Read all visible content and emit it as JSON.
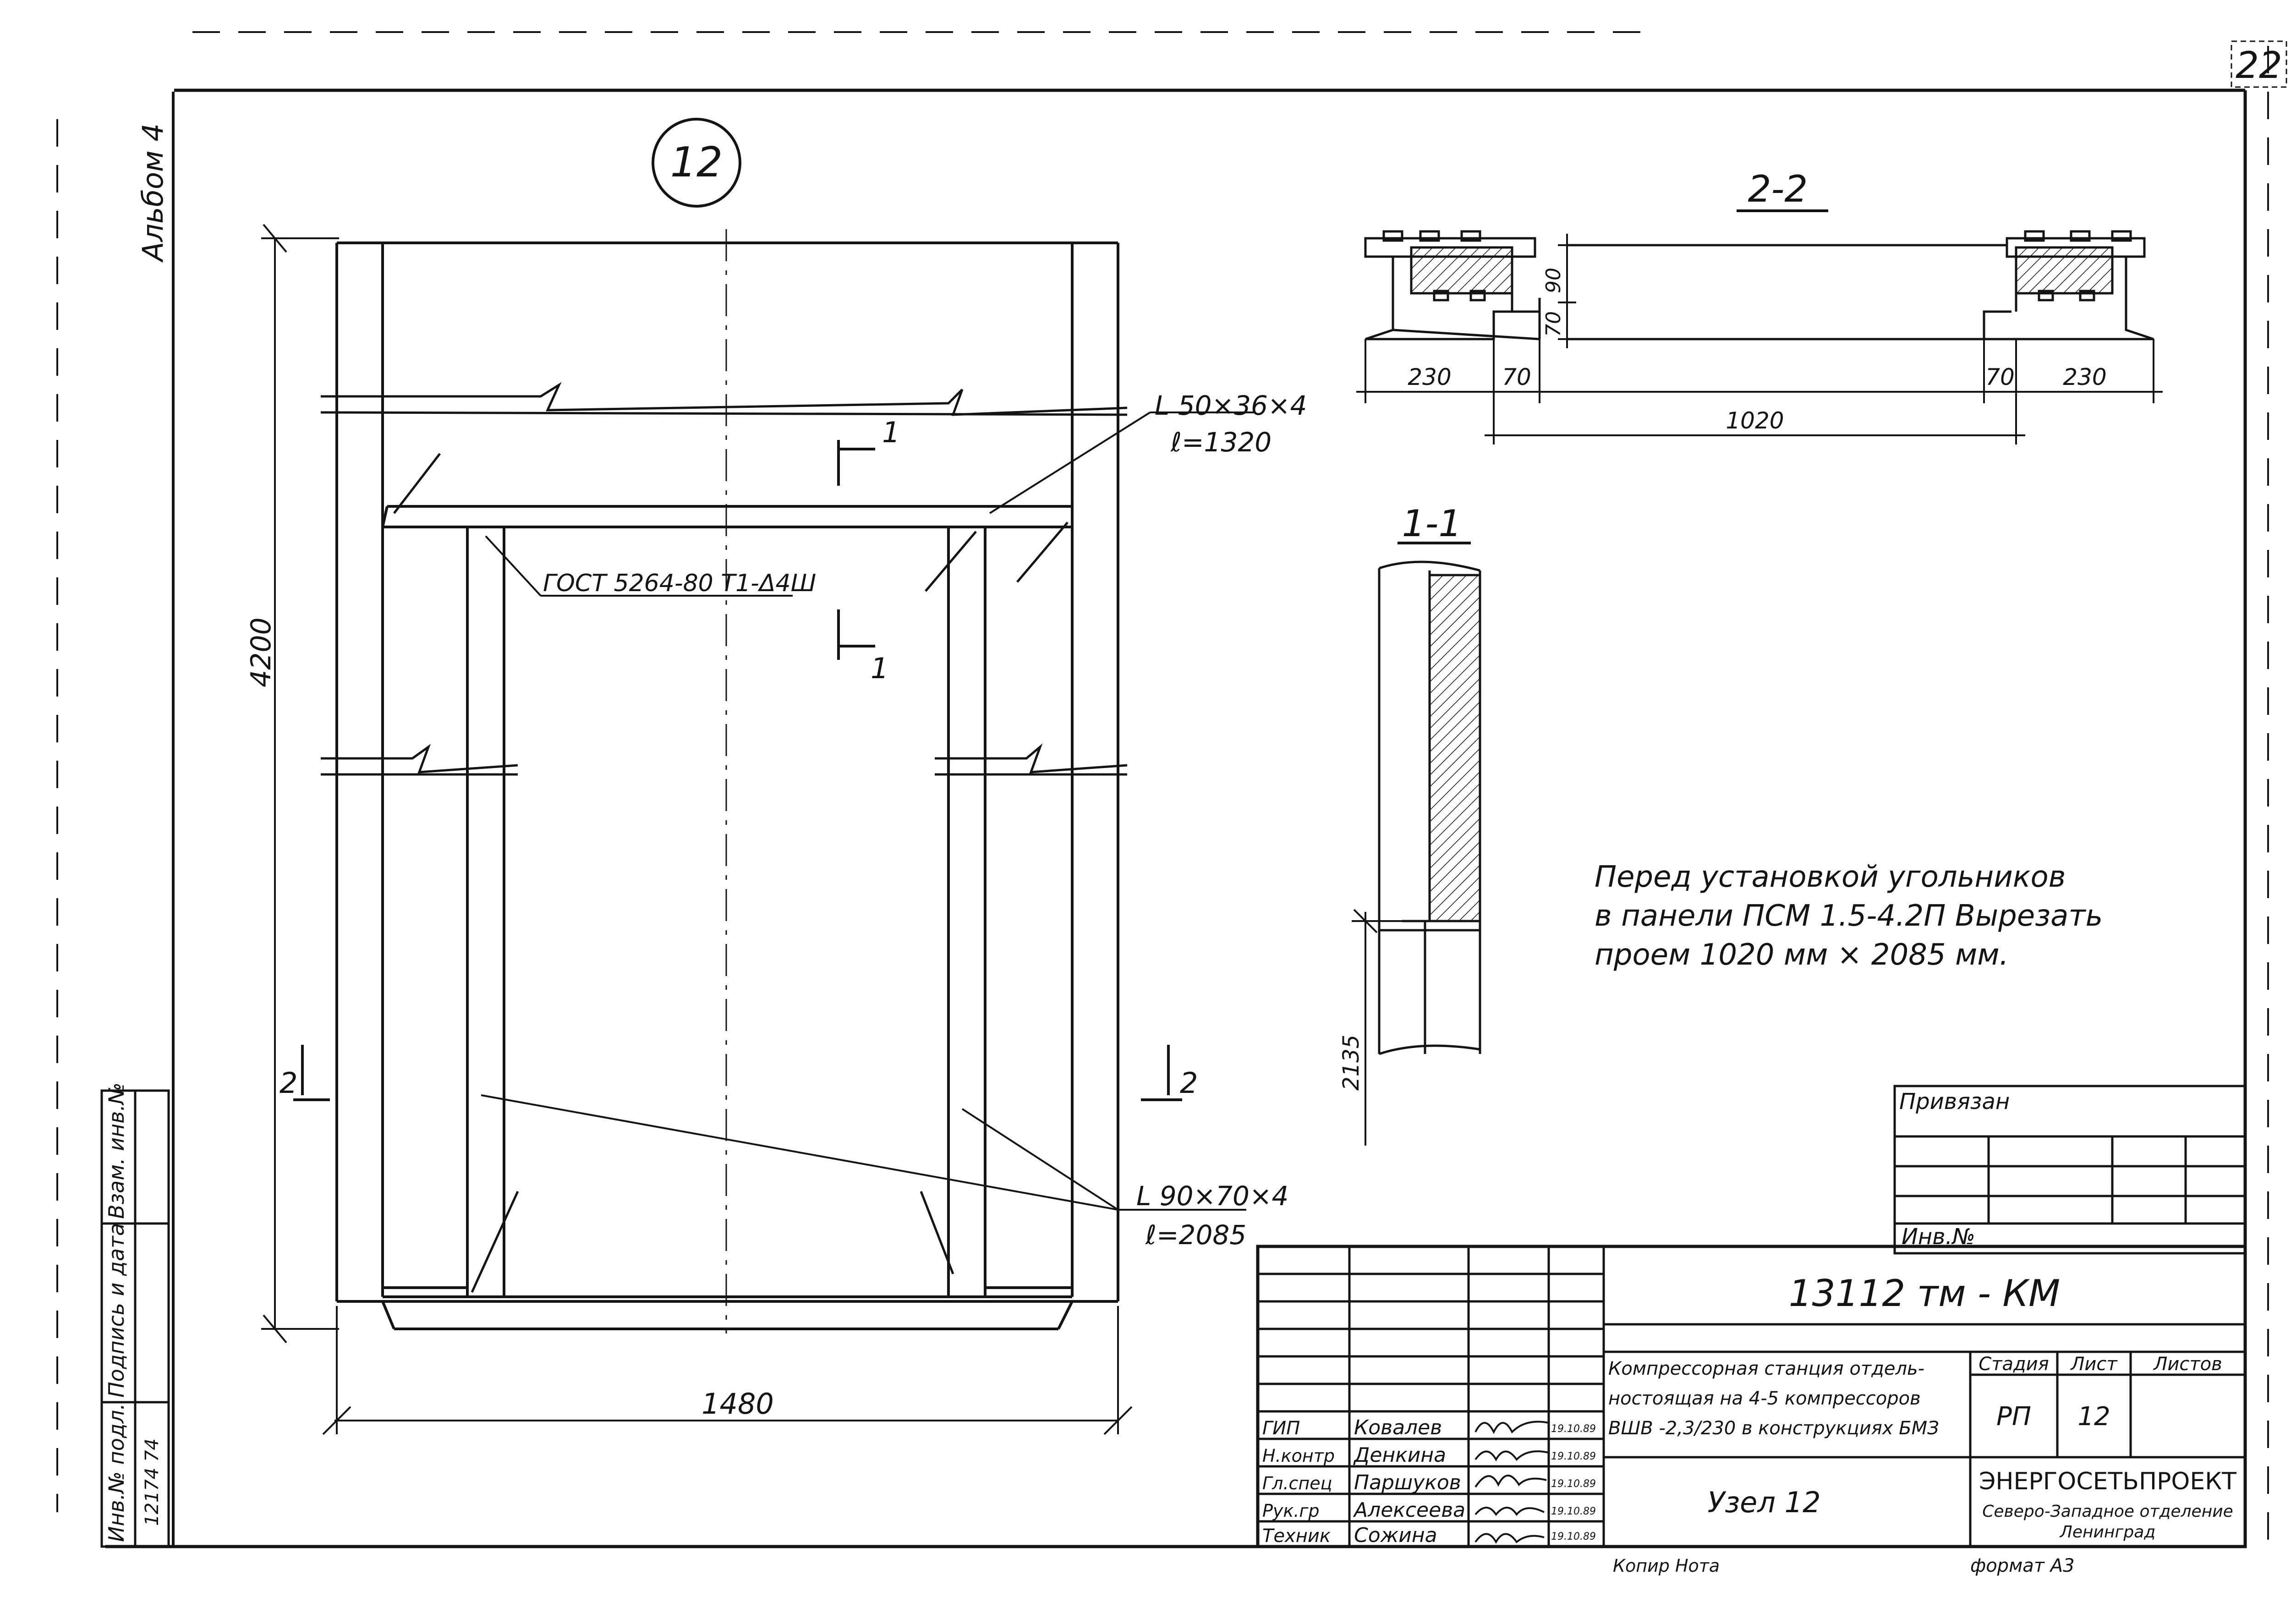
{
  "sheet_number": "22",
  "album_label": "Альбом 4",
  "node": {
    "marker": "12",
    "height_dim": "4200",
    "width_dim": "1480",
    "angle_top_profile": "L 50×36×4",
    "angle_top_length": "ℓ=1320",
    "weld_note": "ГОСТ 5264-80 Т1-Δ4Ш",
    "angle_side_profile": "L 90×70×4",
    "angle_side_length": "ℓ=2085",
    "section_1_label": "1",
    "section_2_label": "2"
  },
  "section_2_2": {
    "title": "2-2",
    "dims": [
      "230",
      "70",
      "1020",
      "70",
      "230"
    ],
    "vertical_dims": [
      "90",
      "70"
    ]
  },
  "section_1_1": {
    "title": "1-1",
    "height_dim": "2135"
  },
  "note": {
    "line1": "Перед установкой угольников",
    "line2": "в панели ПСМ 1.5-4.2П Вырезать",
    "line3": "проем 1020 мм × 2085 мм."
  },
  "side_stamp": {
    "inv_podl": "Инв.№ подл.",
    "podpis_data": "Подпись и дата",
    "vzam_inv": "Взам. инв.№",
    "inv_value": "12174 74"
  },
  "stamp": {
    "privyazan": "Привязан",
    "inv_no": "Инв.№",
    "doc_code": "13112 тм - КМ",
    "project_title_1": "Компрессорная станция отдель-",
    "project_title_2": "ностоящая на 4-5 компрессоров",
    "project_title_3": "ВШВ -2,3/230 в конструкциях БМЗ",
    "sheet_title": "Узел 12",
    "col_stage": "Стадия",
    "col_sheet": "Лист",
    "col_sheets": "Листов",
    "stage": "РП",
    "sheet": "12",
    "org_1": "ЭНЕРГОСЕТЬПРОЕКТ",
    "org_2": "Северо-Западное отделение",
    "org_3": "Ленинград",
    "roles": [
      {
        "role": "ГИП",
        "name": "Ковалев",
        "date": "19.10.89"
      },
      {
        "role": "Н.контр",
        "name": "Денкина",
        "date": "19.10.89"
      },
      {
        "role": "Гл.спец",
        "name": "Паршуков",
        "date": "19.10.89"
      },
      {
        "role": "Рук.гр",
        "name": "Алексеева",
        "date": "19.10.89"
      },
      {
        "role": "Техник",
        "name": "Сожина",
        "date": "19.10.89"
      }
    ],
    "copied": "Копир Нота",
    "format": "формат А3"
  }
}
